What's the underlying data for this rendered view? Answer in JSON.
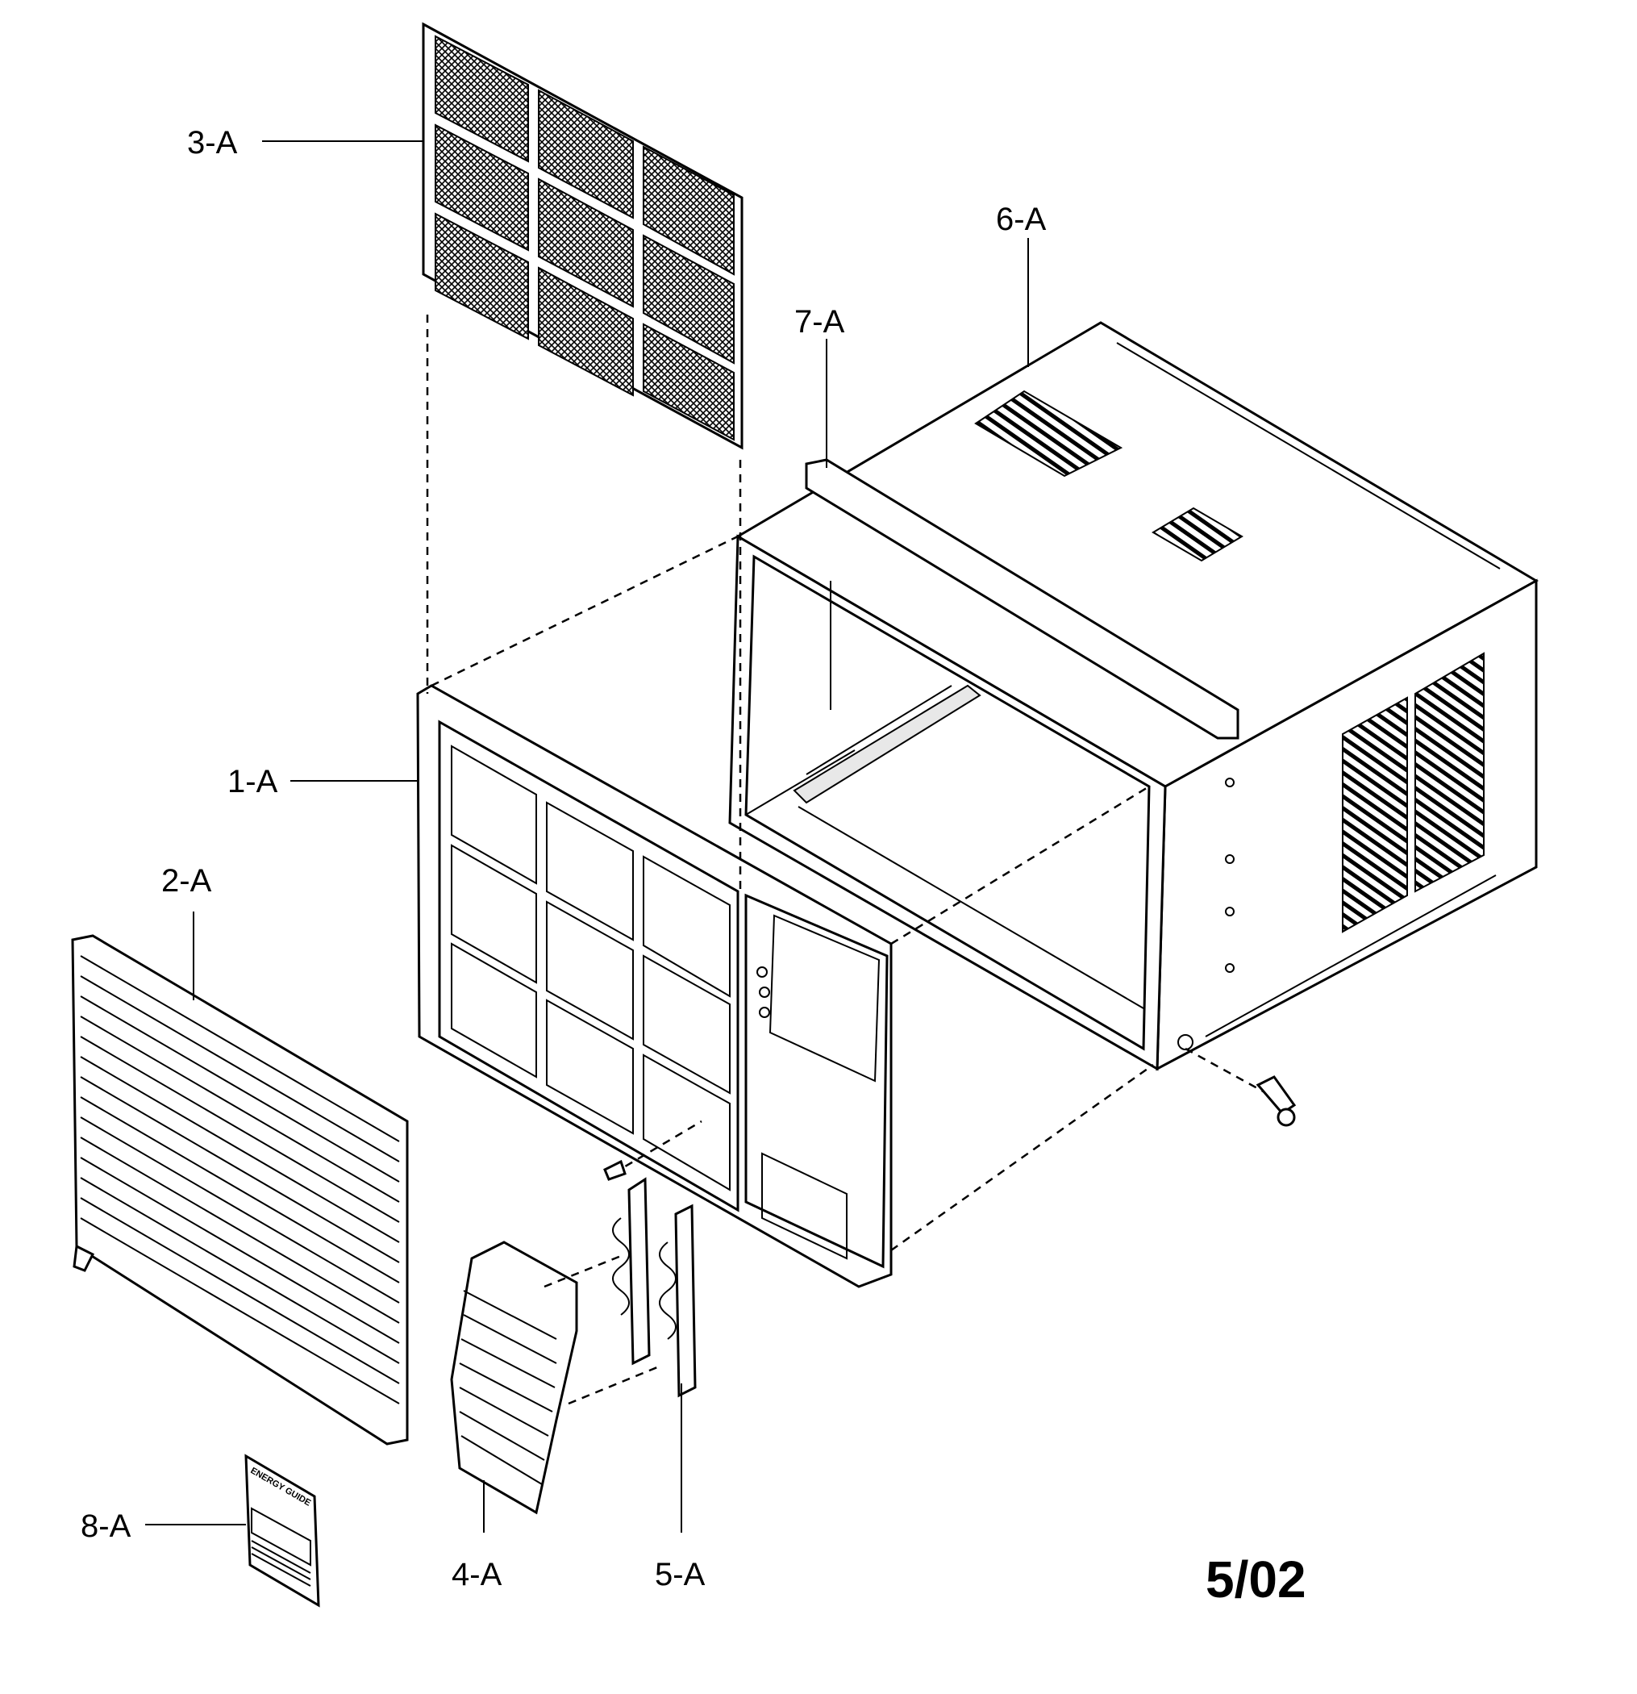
{
  "labels": {
    "part_1a": "1-A",
    "part_2a": "2-A",
    "part_3a": "3-A",
    "part_4a": "4-A",
    "part_5a": "5-A",
    "part_6a": "6-A",
    "part_7a": "7-A",
    "part_8a": "8-A"
  },
  "date_mark": "5/02",
  "energy_label": {
    "title": "ENERGY GUIDE"
  },
  "colors": {
    "ink": "#000000",
    "paper": "#ffffff"
  }
}
